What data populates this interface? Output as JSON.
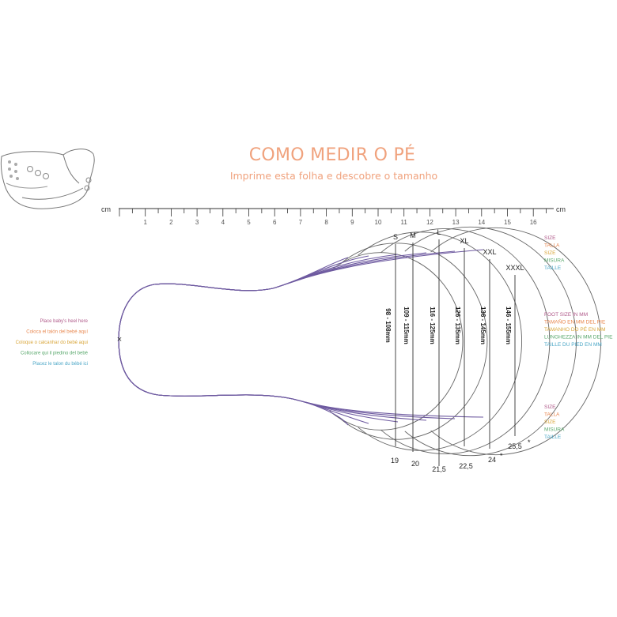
{
  "title": "COMO MEDIR O PÉ",
  "subtitle": "Imprime esta folha e descobre o tamanho",
  "ruler": {
    "unit": "cm",
    "ticks": [
      "1",
      "2",
      "3",
      "4",
      "5",
      "6",
      "7",
      "8",
      "9",
      "10",
      "11",
      "12",
      "13",
      "14",
      "15",
      "16"
    ]
  },
  "sizes": [
    {
      "label": "S",
      "range": "98 - 108mm",
      "eu": "19",
      "asterisk": ""
    },
    {
      "label": "M",
      "range": "109 - 115mm",
      "eu": "20",
      "asterisk": ""
    },
    {
      "label": "L",
      "range": "116 - 125mm",
      "eu": "21,5",
      "asterisk": ""
    },
    {
      "label": "XL",
      "range": "126 - 135mm",
      "eu": "22,5",
      "asterisk": ""
    },
    {
      "label": "XXL",
      "range": "136 - 145mm",
      "eu": "24",
      "asterisk": "*"
    },
    {
      "label": "XXXL",
      "range": "146 - 155mm",
      "eu": "25,5",
      "asterisk": "*"
    }
  ],
  "heel_mark": "×",
  "heel_instructions": [
    {
      "text": "Place baby's heel here",
      "color": "#b05a8a"
    },
    {
      "text": "Coloca el talón del bebé aquí",
      "color": "#e8874f"
    },
    {
      "text": "Coloque o calcanhar do bebé aqui",
      "color": "#d9a63a"
    },
    {
      "text": "Collocare qui il piedino del bebè",
      "color": "#5aa86d"
    },
    {
      "text": "Placez le talon du bébé ici",
      "color": "#4aa6c6"
    }
  ],
  "legend_size_top": [
    {
      "text": "SIZE",
      "color": "#b05a8a"
    },
    {
      "text": "TALLA",
      "color": "#e8874f"
    },
    {
      "text": "SIZE",
      "color": "#d9a63a"
    },
    {
      "text": "MISURA",
      "color": "#5aa86d"
    },
    {
      "text": "TAILLE",
      "color": "#4aa6c6"
    }
  ],
  "legend_foot": [
    {
      "text": "FOOT SIZE IN MM",
      "color": "#b05a8a"
    },
    {
      "text": "TAMAÑO EN MM DEL PIE",
      "color": "#e8874f"
    },
    {
      "text": "TAMANHO DO PÉ EN MM",
      "color": "#d9a63a"
    },
    {
      "text": "LUNGHEZZA IN MM DEL PIE",
      "color": "#5aa86d"
    },
    {
      "text": "TAILLE DU PIED EN MM",
      "color": "#4aa6c6"
    }
  ],
  "legend_size_bottom": [
    {
      "text": "SIZE",
      "color": "#b05a8a"
    },
    {
      "text": "TALLA",
      "color": "#e8874f"
    },
    {
      "text": "SIZE",
      "color": "#d9a63a"
    },
    {
      "text": "MISURA",
      "color": "#5aa86d"
    },
    {
      "text": "TAILLE",
      "color": "#4aa6c6"
    }
  ],
  "colors": {
    "accent": "#f0a27d",
    "outline": "#6e5aa0",
    "circle": "#666666"
  }
}
